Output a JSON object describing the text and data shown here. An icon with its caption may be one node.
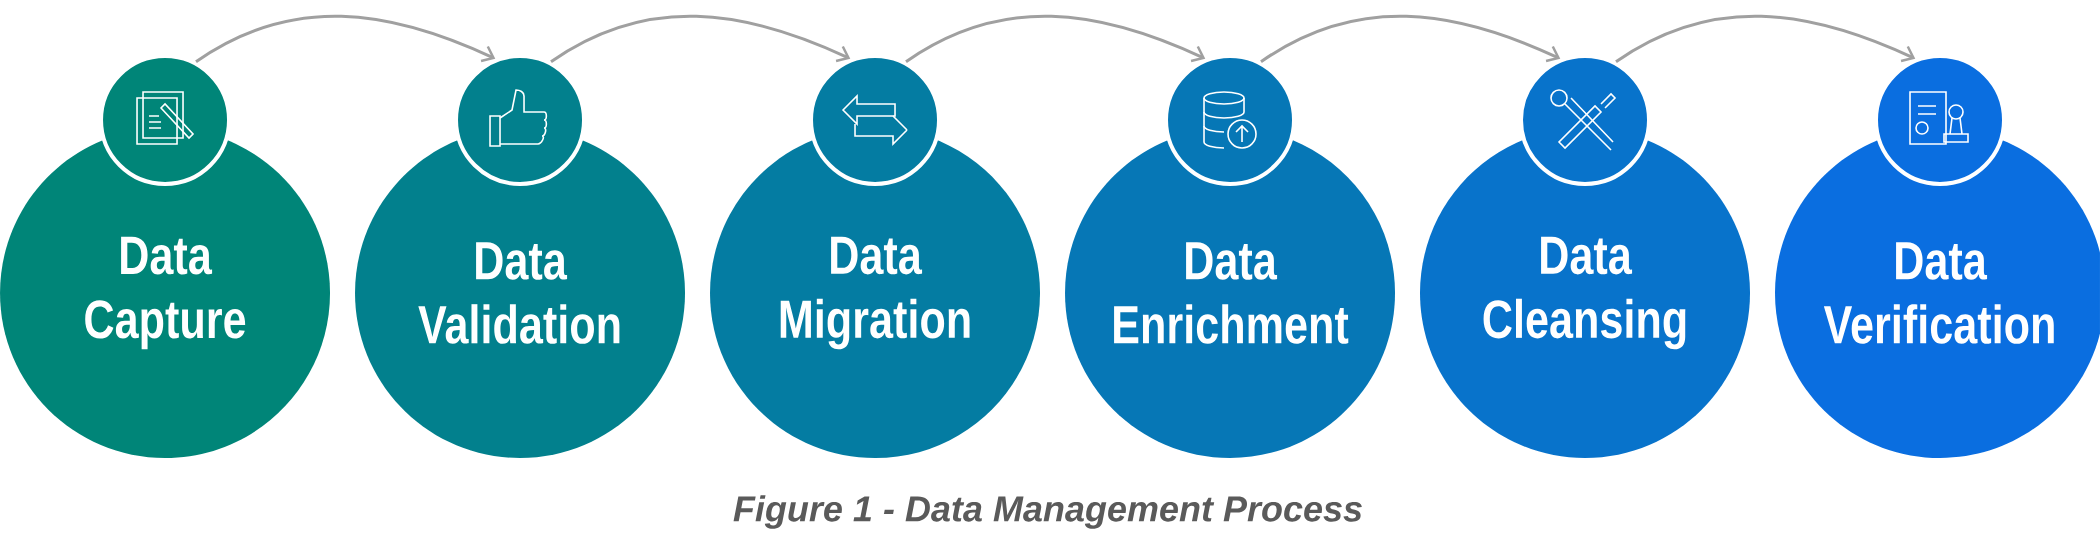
{
  "diagram": {
    "caption": "Figure 1 - Data Management Process",
    "nodes": [
      {
        "text": [
          "Data Capture"
        ]
      },
      {
        "text": [
          "Data Validation"
        ]
      },
      {
        "text": [
          "Data Migration"
        ]
      },
      {
        "text": [
          "Data Enrichment"
        ]
      },
      {
        "text": [
          "Data Cleansing"
        ]
      },
      {
        "text": [
          "Data Verification"
        ]
      },
      {
        "text": [],
        "shape": "circle"
      },
      {
        "text": [],
        "shape": "circle"
      },
      {
        "text": [],
        "shape": "circle"
      },
      {
        "text": [],
        "shape": "circle"
      },
      {
        "text": [],
        "shape": "circle"
      },
      {
        "text": [],
        "shape": "circle"
      }
    ],
    "edges": [
      {
        "from": 6,
        "to": 7,
        "arrow": "to"
      },
      {
        "from": 7,
        "to": 8,
        "arrow": "to"
      },
      {
        "from": 8,
        "to": 9,
        "arrow": "to"
      },
      {
        "from": 9,
        "to": 10,
        "arrow": "to"
      },
      {
        "from": 10,
        "to": 11,
        "arrow": "to"
      }
    ]
  }
}
